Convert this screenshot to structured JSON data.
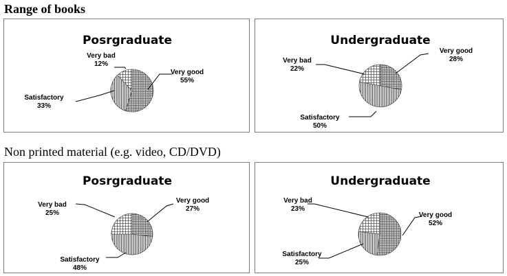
{
  "headings": {
    "range": "Range of books",
    "nonprinted": "Non printed material (e.g. video, CD/DVD)"
  },
  "chart_data": [
    {
      "type": "pie",
      "title": "Posrgraduate",
      "slices": [
        {
          "label": "Very good",
          "value": 55,
          "text": "55%",
          "pattern": "hatch-grid"
        },
        {
          "label": "Satisfactory",
          "value": 33,
          "text": "33%",
          "pattern": "vertical"
        },
        {
          "label": "Very bad",
          "value": 12,
          "text": "12%",
          "pattern": "crosshatch"
        }
      ]
    },
    {
      "type": "pie",
      "title": "Undergraduate",
      "slices": [
        {
          "label": "Very good",
          "value": 28,
          "text": "28%",
          "pattern": "hatch-grid"
        },
        {
          "label": "Satisfactory",
          "value": 50,
          "text": "50%",
          "pattern": "vertical"
        },
        {
          "label": "Very bad",
          "value": 22,
          "text": "22%",
          "pattern": "crosshatch"
        }
      ]
    },
    {
      "type": "pie",
      "title": "Posrgraduate",
      "slices": [
        {
          "label": "Very good",
          "value": 27,
          "text": "27%",
          "pattern": "hatch-grid"
        },
        {
          "label": "Satisfactory",
          "value": 48,
          "text": "48%",
          "pattern": "vertical"
        },
        {
          "label": "Very bad",
          "value": 25,
          "text": "25%",
          "pattern": "crosshatch"
        }
      ]
    },
    {
      "type": "pie",
      "title": "Undergraduate",
      "slices": [
        {
          "label": "Very good",
          "value": 52,
          "text": "52%",
          "pattern": "hatch-grid"
        },
        {
          "label": "Satisfactory",
          "value": 25,
          "text": "25%",
          "pattern": "vertical"
        },
        {
          "label": "Very bad",
          "value": 23,
          "text": "23%",
          "pattern": "crosshatch"
        }
      ]
    }
  ]
}
